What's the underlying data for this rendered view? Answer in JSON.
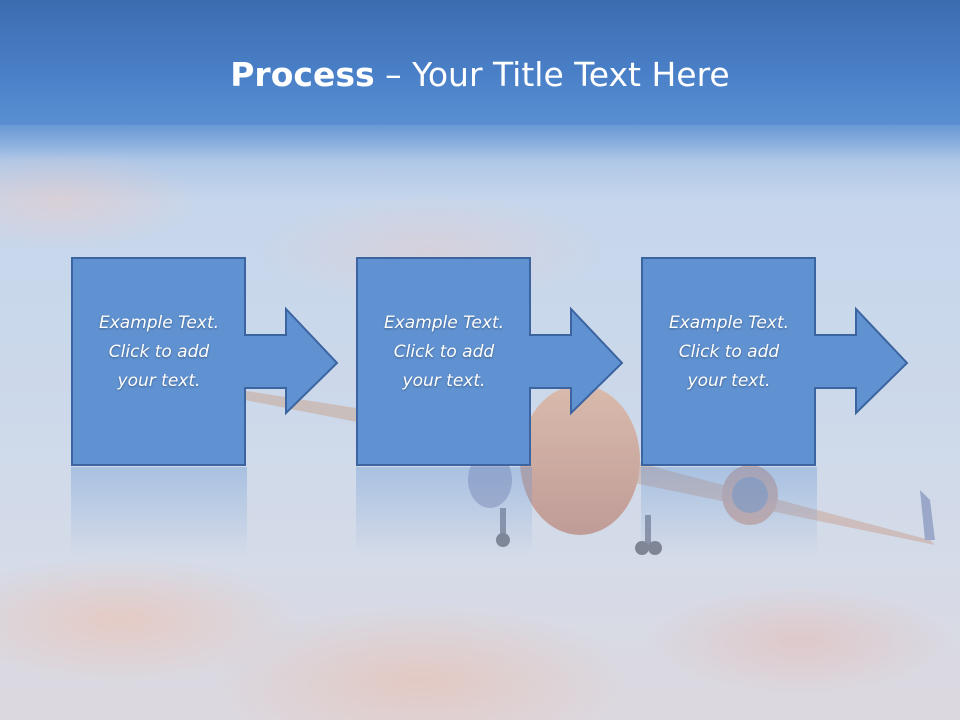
{
  "slide": {
    "title_bold": "Process",
    "title_rest": " – Your Title Text Here"
  },
  "steps": [
    {
      "text_line1": "Example Text.",
      "text_line2": "Click  to add",
      "text_line3": "your text."
    },
    {
      "text_line1": "Example Text.",
      "text_line2": "Click  to add",
      "text_line3": "your text."
    },
    {
      "text_line1": "Example Text.",
      "text_line2": "Click  to add",
      "text_line3": "your text."
    }
  ],
  "colors": {
    "title_bar": "#4a80c8",
    "box_fill": "#6092d2",
    "box_stroke": "#3b64a0",
    "text": "#ffffff"
  },
  "icons": [
    "arrow-right-icon",
    "airplane-background-image"
  ]
}
